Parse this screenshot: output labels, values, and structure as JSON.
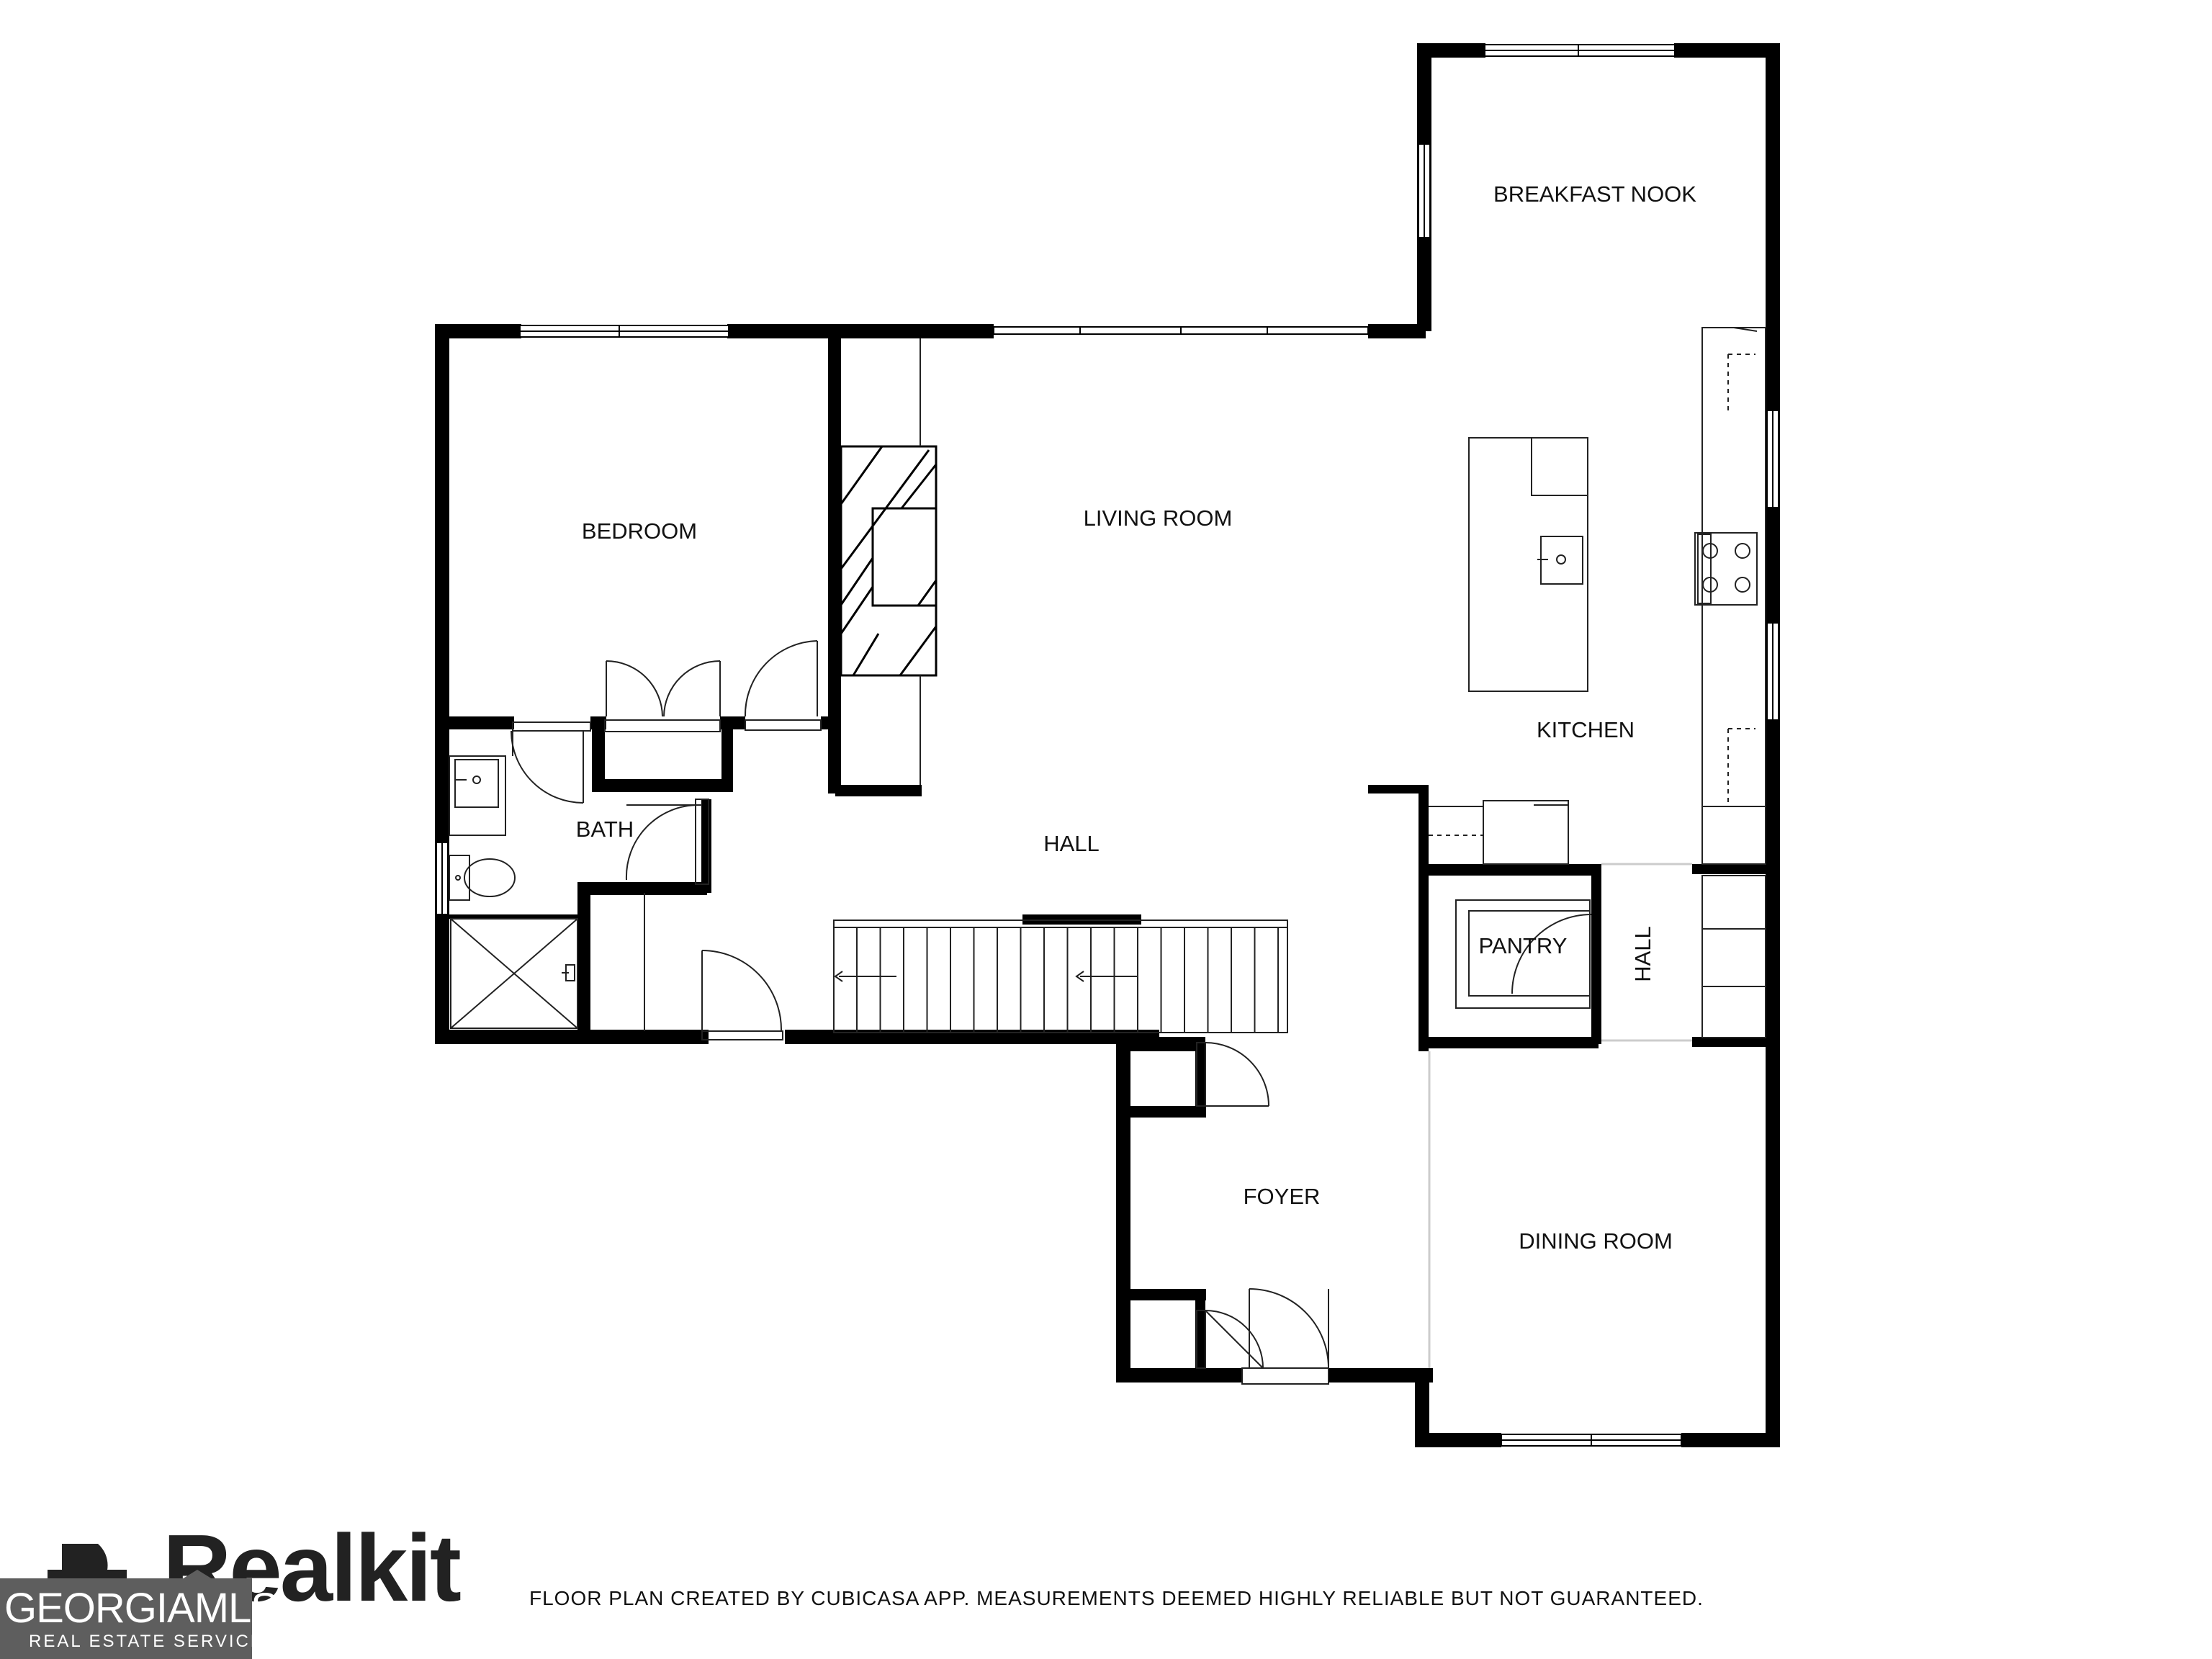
{
  "rooms": {
    "breakfast_nook": "BREAKFAST NOOK",
    "living_room": "LIVING ROOM",
    "bedroom": "BEDROOM",
    "kitchen": "KITCHEN",
    "bath": "BATH",
    "hall_main": "HALL",
    "pantry": "PANTRY",
    "hall_side": "HALL",
    "foyer": "FOYER",
    "dining_room": "DINING ROOM"
  },
  "footer": {
    "disclaimer": "FLOOR PLAN CREATED BY CUBICASA APP. MEASUREMENTS DEEMED HIGHLY RELIABLE BUT NOT GUARANTEED.",
    "realkit_logo_text": "Realkit",
    "georgia_mls_name": "GEORGIAMLS",
    "georgia_mls_sub": "REAL ESTATE SERVICES"
  },
  "icons": [
    "fireplace-icon",
    "sink-icon",
    "toilet-icon",
    "shower-icon",
    "stove-icon",
    "stairs-icon",
    "door-swing-icon",
    "window-icon"
  ],
  "colors": {
    "wall": "#000000",
    "line": "#222222",
    "background": "#ffffff",
    "mls_badge": "#5e5e5e"
  }
}
